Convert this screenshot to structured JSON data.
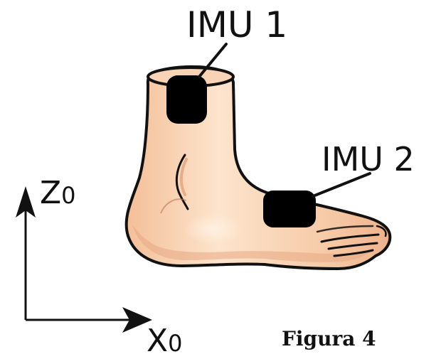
{
  "labels": {
    "imu1": "IMU 1",
    "imu2": "IMU 2",
    "axis_z": "Z",
    "axis_z_sub": "0",
    "axis_x": "X",
    "axis_x_sub": "0"
  },
  "caption": "Figura 4",
  "colors": {
    "skin_light": "#fde1c6",
    "skin_mid": "#f5c29d",
    "skin_shadow": "#e3a37c",
    "outline": "#111111",
    "sensor": "#000000",
    "text": "#111111"
  }
}
